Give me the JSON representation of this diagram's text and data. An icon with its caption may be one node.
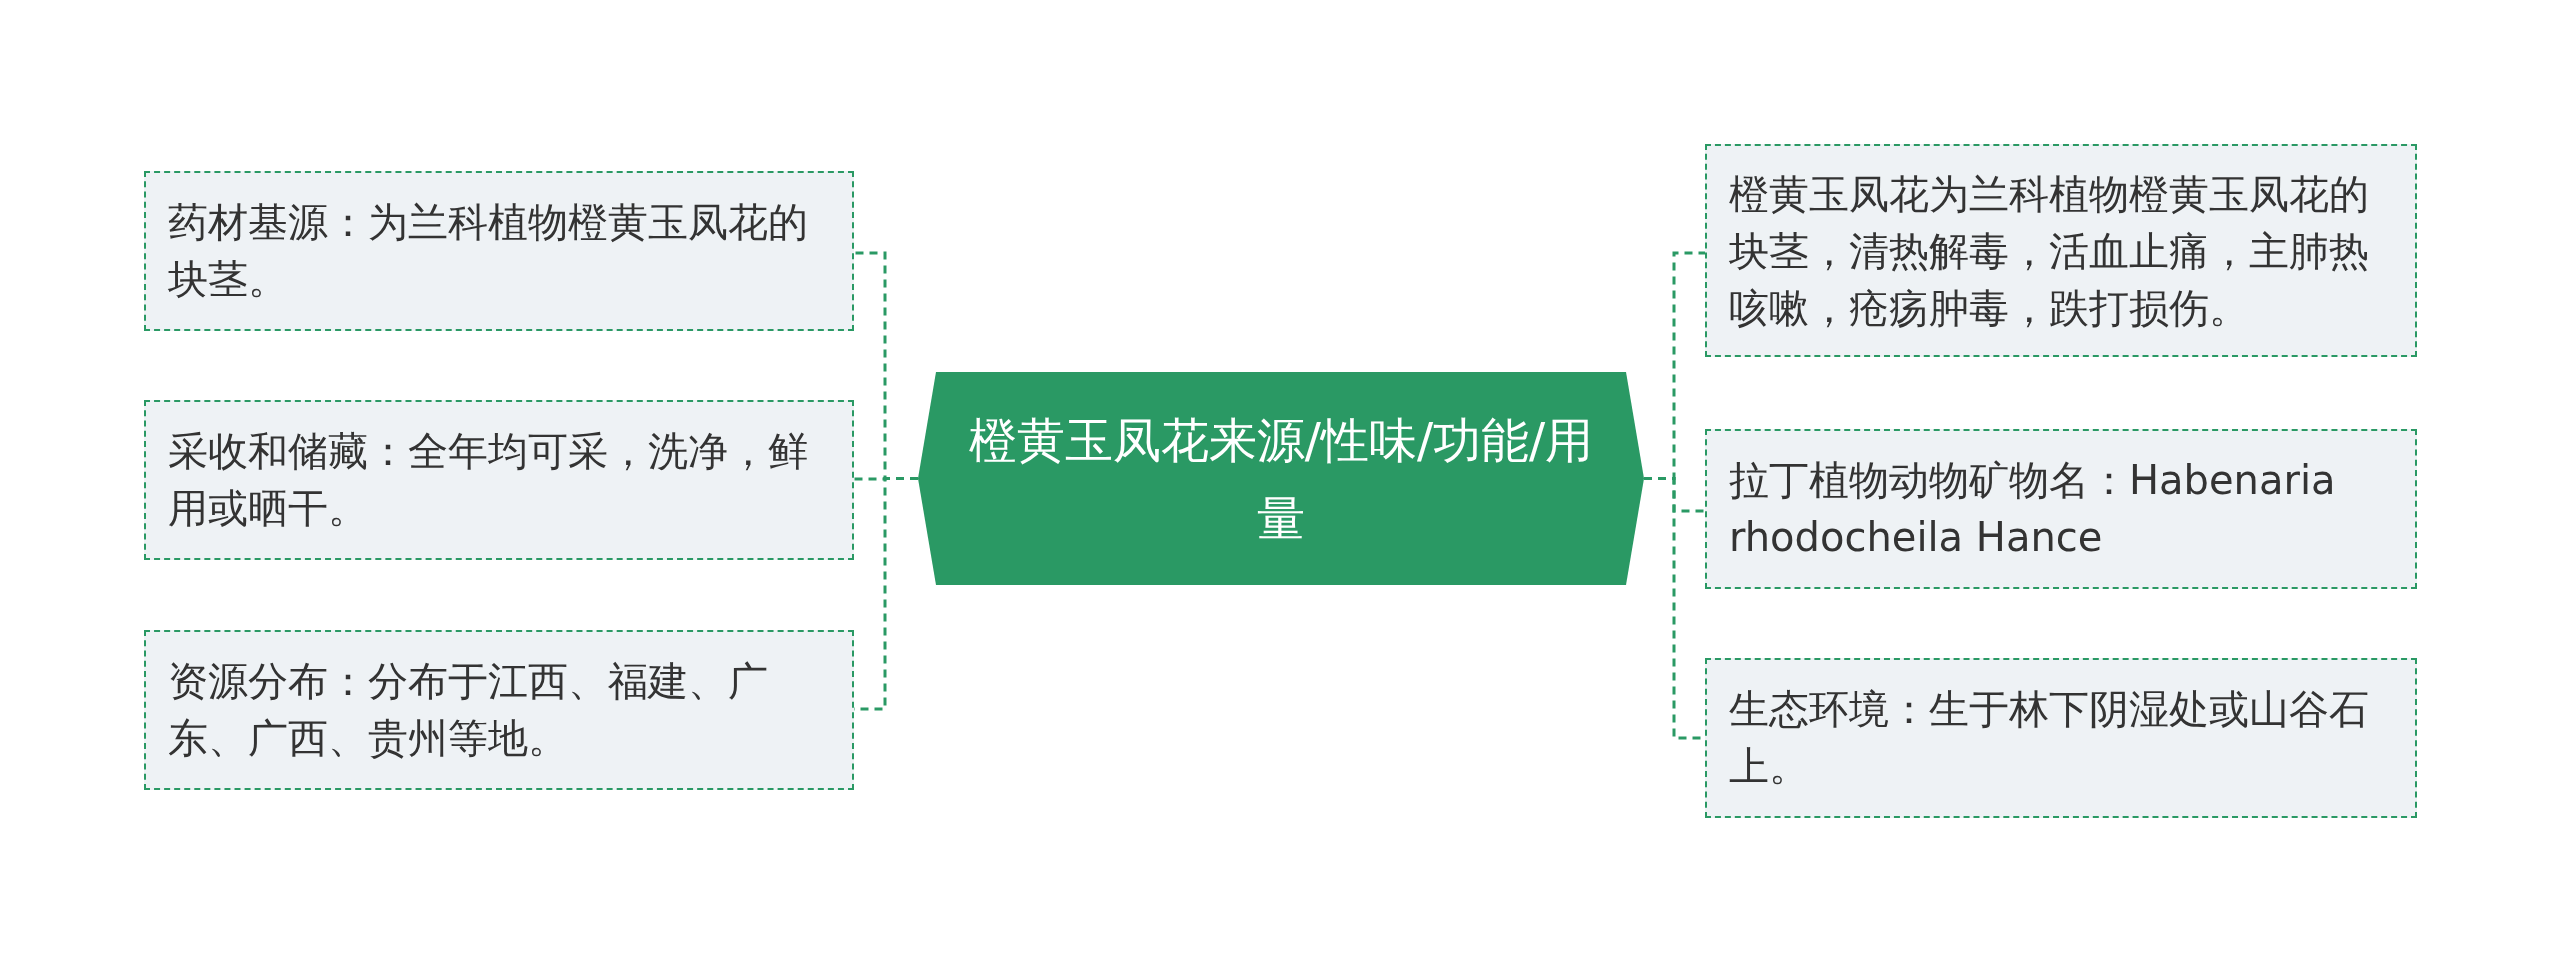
{
  "diagram": {
    "nodes": [
      {
        "text": [
          "橙黄玉凤花来源/性味/功能/用量"
        ]
      },
      {
        "text": [
          "药材基源：为兰科植物橙黄玉凤花的块茎。"
        ]
      },
      {
        "text": [
          "采收和储藏：全年均可采，洗净，鲜用或晒干。"
        ]
      },
      {
        "text": [
          "资源分布：分布于江西、福建、广东、广西、贵州等地。"
        ]
      },
      {
        "text": [
          "橙黄玉凤花为兰科植物橙黄玉凤花的块茎，清热解毒，活血止痛，主肺热咳嗽，疮疡肿毒，跌打损伤。"
        ]
      },
      {
        "text": [
          "拉丁植物动物矿物名：Habenaria rhodocheila Hance"
        ]
      },
      {
        "text": [
          "生态环境：生于林下阴湿处或山谷石上。"
        ]
      }
    ],
    "edges": [
      {
        "from": 0,
        "to": 1,
        "arrow": "none",
        "style": "dashed"
      },
      {
        "from": 0,
        "to": 2,
        "arrow": "none",
        "style": "dashed"
      },
      {
        "from": 0,
        "to": 3,
        "arrow": "none",
        "style": "dashed"
      },
      {
        "from": 0,
        "to": 4,
        "arrow": "none",
        "style": "dashed"
      },
      {
        "from": 0,
        "to": 5,
        "arrow": "none",
        "style": "dashed"
      },
      {
        "from": 0,
        "to": 6,
        "arrow": "none",
        "style": "dashed"
      }
    ]
  }
}
